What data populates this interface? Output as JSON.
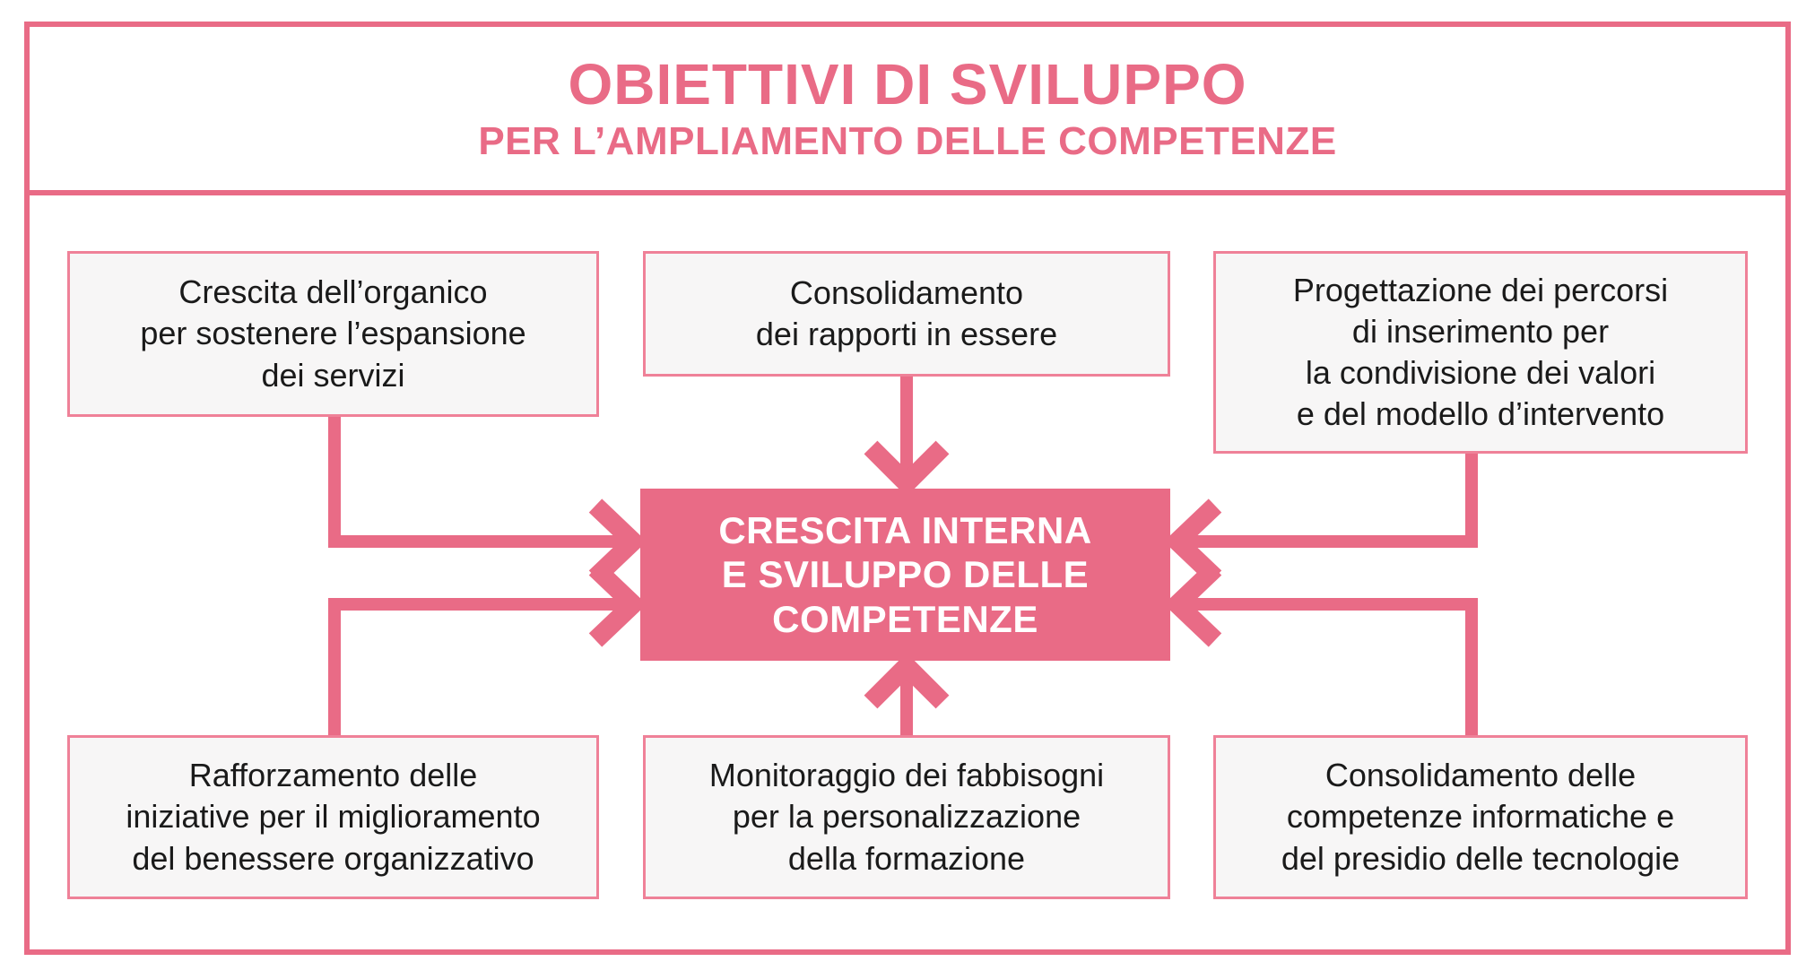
{
  "title": {
    "main": "OBIETTIVI DI SVILUPPO",
    "subtitle": "PER L’AMPLIAMENTO DELLE COMPETENZE"
  },
  "center": {
    "lines": [
      "CRESCITA INTERNA",
      "E SVILUPPO DELLE",
      "COMPETENZE"
    ]
  },
  "boxes": [
    {
      "id": "crescita-organico",
      "lines": [
        "Crescita dell’organico",
        "per sostenere l’espansione",
        "dei servizi"
      ]
    },
    {
      "id": "consolidamento-rapporti",
      "lines": [
        "Consolidamento",
        "dei rapporti in essere"
      ]
    },
    {
      "id": "progettazione-percorsi",
      "lines": [
        "Progettazione dei percorsi",
        "di inserimento per",
        "la condivisione dei valori",
        "e del modello d’intervento"
      ]
    },
    {
      "id": "rafforzamento-iniziative",
      "lines": [
        "Rafforzamento delle",
        "iniziative per il miglioramento",
        "del benessere organizzativo"
      ]
    },
    {
      "id": "monitoraggio-fabbisogni",
      "lines": [
        "Monitoraggio dei fabbisogni",
        "per la personalizzazione",
        "della formazione"
      ]
    },
    {
      "id": "consolidamento-competenze",
      "lines": [
        "Consolidamento delle",
        "competenze informatiche e",
        "del presidio delle tecnologie"
      ]
    }
  ],
  "colors": {
    "rose": "#e96b86",
    "box_border": "#ef8198",
    "box_fill": "#f7f6f6",
    "text": "#1a1a1a",
    "center_text": "#ffffff"
  }
}
